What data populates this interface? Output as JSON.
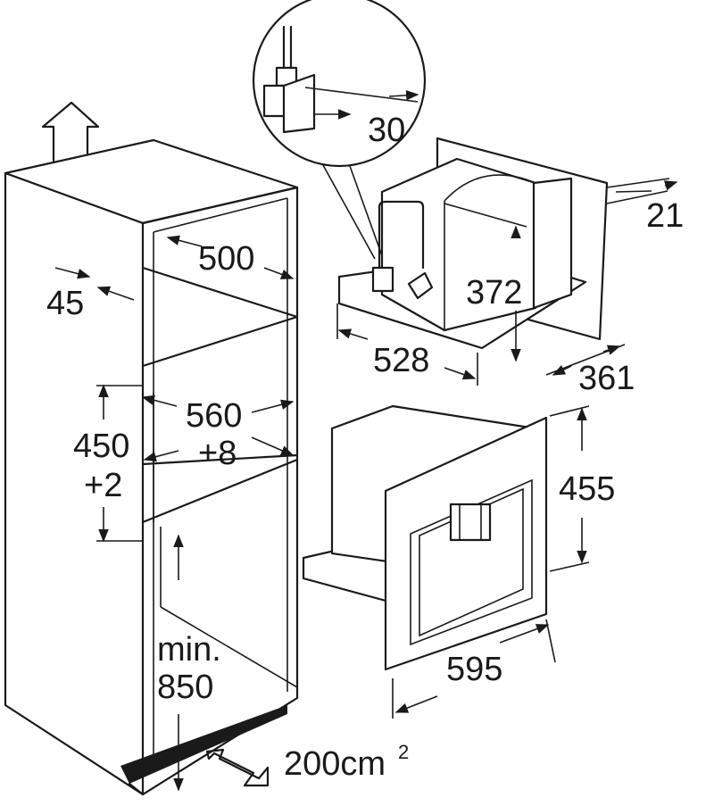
{
  "dimensions": {
    "d30": "30",
    "d21": "21",
    "d500": "500",
    "d45": "45",
    "d372": "372",
    "d528": "528",
    "d361": "361",
    "d560": "560",
    "d560_tol": "+8",
    "d450": "450",
    "d450_tol": "+2",
    "d455": "455",
    "d595": "595",
    "min_label": "min.",
    "min_value": "850",
    "vent_area": "200cm",
    "vent_exp": "2"
  }
}
